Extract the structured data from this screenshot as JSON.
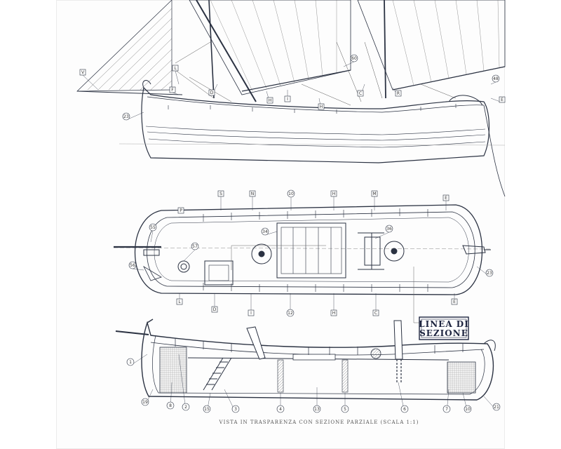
{
  "section_label": [
    "LINEA DI",
    "SEZIONE"
  ],
  "caption": "VISTA IN TRASPARENZA CON SEZIONE PARZIALE   (SCALA 1:1)",
  "colors": {
    "ink": "#2b3242",
    "paper": "#fdfdfd",
    "accent": "#1e2540"
  },
  "side_view": {
    "labels": [
      "V",
      "L",
      "F",
      "D",
      "H",
      "I",
      "H",
      "C",
      "R",
      "E",
      "60",
      "48",
      "23"
    ]
  },
  "plan_view": {
    "top_labels": [
      "P",
      "S",
      "N",
      "10",
      "H",
      "M",
      "E"
    ],
    "bottom_labels": [
      "L",
      "D",
      "I",
      "12",
      "H",
      "C",
      "E"
    ],
    "side_numbers": [
      "55",
      "57",
      "56",
      "34",
      "36",
      "23"
    ]
  },
  "section_view": {
    "left_numbers": [
      "1",
      "19",
      "8",
      "2"
    ],
    "bottom_numbers": [
      "15",
      "3",
      "4",
      "13",
      "5",
      "6",
      "7",
      "10",
      "21"
    ]
  }
}
